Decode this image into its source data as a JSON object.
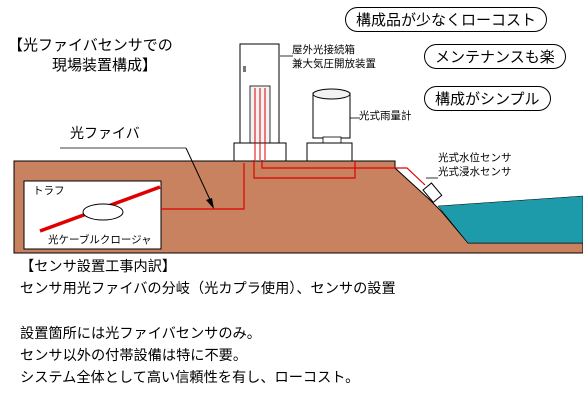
{
  "header": {
    "title_line1": "【光ファイバセンサでの",
    "title_line2": "現場装置構成】"
  },
  "badges": [
    "構成品が少なくローコスト",
    "メンテナンスも楽",
    "構成がシンプル"
  ],
  "diagram": {
    "enclosure_label_line1": "屋外光接続箱",
    "enclosure_label_line2": "兼大気圧開放装置",
    "rain_gauge_label": "光式雨量計",
    "fiber_label": "光ファイバ",
    "trough_label": "トラフ",
    "closure_label": "光ケーブルクロージャ",
    "water_level_label": "光式水位センサ",
    "flood_label": "光式浸水センサ",
    "colors": {
      "ground": "#C8825F",
      "water": "#1E9BAA",
      "fiber": "#E00000"
    }
  },
  "description": {
    "heading": "【センサ設置工事内訳】",
    "line1": "センサ用光ファイバの分岐（光カプラ使用）、センサの設置",
    "line2": "設置箇所には光ファイバセンサのみ。",
    "line3": "センサ以外の付帯設備は特に不要。",
    "line4": "システム全体として高い信頼性を有し、ローコスト。"
  }
}
